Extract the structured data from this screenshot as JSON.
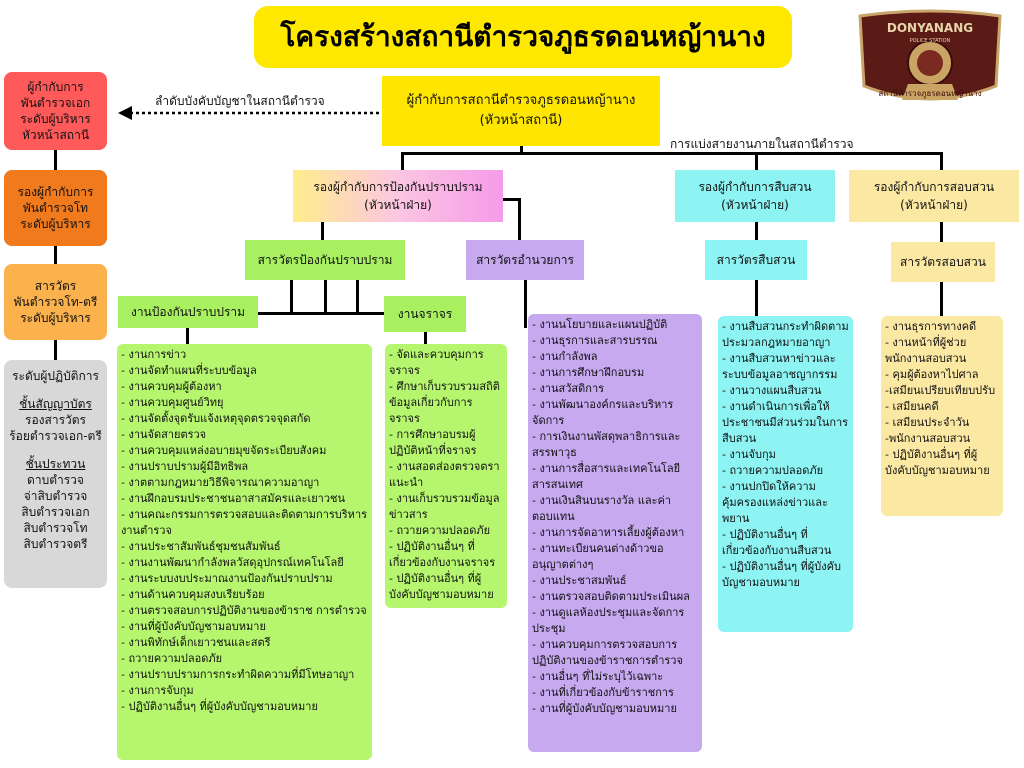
{
  "title": "โครงสร้างสถานีตำรวจภูธรดอนหญ้านาง",
  "logo": {
    "line1": "DONYANANG",
    "line2": "POLICE STATION",
    "ribbon": "สถานีตำรวจภูธรดอนหญ้านาง"
  },
  "command_label": "ลำดับบังคับบัญชาในสถานีตำรวจ",
  "division_label": "การแบ่งสายงานภายในสถานีตำรวจ",
  "head": {
    "line1": "ผู้กำกับการสถานีตำรวจภูธรดอนหญ้านาง",
    "line2": "(หัวหน้าสถานี)"
  },
  "legend": {
    "level1": "ผู้กำกับการ\nพันตำรวจเอก\nระดับผู้บริหาร\nหัวหน้าสถานี",
    "level2": "รองผู้กำกับการ\nพันตำรวจโท\nระดับผู้บริหาร",
    "level3": "สารวัตร\nพันตำรวจโท-ตรี\nระดับผู้บริหาร",
    "level4_head": "ระดับผู้ปฏิบัติการ",
    "level4_sub1": "ชั้นสัญญาบัตร",
    "level4_sub1_text": "รองสารวัตร\nร้อยตำรวจเอก-ตรี",
    "level4_sub2": "ชั้นประทวน",
    "level4_sub2_text": "ดาบตำรวจ\nจ่าสิบตำรวจ\nสิบตำรวจเอก\nสิบตำรวจโท\nสิบตำรวจตรี"
  },
  "deputies": {
    "prevention": {
      "line1": "รองผู้กำกับการป้องกันปราบปราม",
      "line2": "(หัวหน้าฝ่าย)"
    },
    "investigation": {
      "line1": "รองผู้กำกับการสืบสวน",
      "line2": "(หัวหน้าฝ่าย)"
    },
    "inquiry": {
      "line1": "รองผู้กำกับการสอบสวน",
      "line2": "(หัวหน้าฝ่าย)"
    }
  },
  "inspectors": {
    "prevention": "สารวัตรป้องกันปราบปราม",
    "admin": "สารวัตรอำนวยการ",
    "investigation": "สารวัตรสืบสวน",
    "inquiry": "สารวัตรสอบสวน"
  },
  "units": {
    "prevention": "งานป้องกันปราบปราม",
    "traffic": "งานจราจร"
  },
  "lists": {
    "prevention": "- งานการข่าว\n- งานจัดทำแผนที่ระบบข้อมูล\n- งานควบคุมผู้ต้องหา\n- งานควบคุมศูนย์วิทยุ\n- งานจัดตั้งจุดรับแจ้งเหตุจุดตรวจจุดสกัด\n- งานจัดสายตรวจ\n- งานควบคุมแหล่งอบายมุขจัดระเบียบสังคม\n- งานปราบปรามผู้มีอิทธิพล\n- งาตตามกฎหมายวิธีพิจารณาความอาญา\n- งานฝึกอบรมประชาชนอาสาสมัครและเยาวชน\n- งานคณะกรรมการตรวจสอบและติดตามการบริหารงานตำรวจ\n- งานประชาสัมพันธ์ชุมชนสัมพันธ์\n- งานงานพัฒนากำลังพลวัสดุอุปกรณ์เทคโนโลยี\n- งานระบบงบประมาณงานป้องกันปราบปราม\n- งานด้านควบคุมสงบเรียบร้อย\n- งานตรวจสอบการปฏิบัติงานของข้าราช การตำรวจ\n- งานที่ผู้บังคับบัญชามอบหมาย\n- งานพิทักษ์เด็กเยาวชนและสตรี\n- ถวายความปลอดภัย\n- งานปราบปรามการกระทำผิดความที่มีโทษอาญา\n- งานการจับกุม\n- ปฏิบัติงานอื่นๆ ที่ผู้บังคับบัญชามอบหมาย",
    "traffic": "- จัดและควบคุมการจราจร\n- ศึกษาเก็บรวบรวมสถิติข้อมูลเกี่ยวกับการจราจร\n- การศึกษาอบรมผู้ปฏิบัติหน้าที่จราจร\n- งานสอดส่องตรวจตรา แนะนำ\n- งานเก็บรวบรวมข้อมูลข่าวสาร\n- ถวายความปลอดภัย\n- ปฏิบัติงานอื่นๆ ที่เกี่ยวข้องกับงานจราจร\n- ปฏิบัติงานอื่นๆ ที่ผู้บังคับบัญชามอบหมาย",
    "admin": "- งานนโยบายและแผนปฏิบัติ\n- งานธุรการและสารบรรณ\n- งานกำลังพล\n- งานการศึกษาฝึกอบรม\n- งานสวัสดิการ\n- งานพัฒนาองค์กรและบริหารจัดการ\n- การเงินงานพัสดุพลาธิการและสรรพาวุธ\n- งานการสื่อสารและเทคโนโลยีสารสนเทศ\n- งานเงินสินบนรางวัล และค่าตอบแทน\n- งานการจัดอาหารเลี้ยงผู้ต้องหา\n- งานทะเบียนคนต่างด้าวขออนุญาตต่างๆ\n- งานประชาสมพันธ์\n- งานตรวจสอบติดตามประเมินผล\n- งานดูแลห้องประชุมและจัดการประชุม\n- งานควบคุมการตรวจสอบการปฏิบัติงานของข้าราชการตำรวจ\n- งานอื่นๆ ที่ไม่ระบุไว้เฉพาะ\n- งานที่เกี่ยวข้องกับข้าราชการ\n- งานที่ผู้บังคับบัญชามอบหมาย",
    "investigation": "- งานสืบสวนกระทำผิดตามประมวลกฎหมายอาญา\n- งานสืบสวนหาข่าวและระบบข้อมูลอาชญากรรม\n- งานวางแผนสืบสวน\n- งานดำเนินการเพื่อให้ประชาชนมีส่วนร่วมในการสืบสวน\n- งานจับกุม\n- ถวายความปลอดภัย\n- งานปกปิดให้ความคุ้มครองแหล่งข่าวและพยาน\n- ปฏิบัติงานอื่นๆ ที่เกี่ยวข้องกับงานสืบสวน\n- ปฏิบัติงานอื่นๆ ที่ผู้บังคับบัญชามอบหมาย",
    "inquiry": "- งานธุรการทางคดี\n- งานหน้าที่ผู้ช่วยพนักงานสอบสวน\n- คุมผู้ต้องหาไปศาล\n-เสมียนเปรียบเทียบปรับ\n- เสมียนคดี\n- เสมียนประจำวัน\n-พนักงานสอบสวน\n- ปฏิบัติงานอื่นๆ ที่ผู้บังคับบัญชามอบหมาย"
  },
  "colors": {
    "title_bg": "#ffe800",
    "head_bg": "#ffe600",
    "legend1": "#ff5a5a",
    "legend2": "#f07a1c",
    "legend3": "#fbb24c",
    "legend4": "#d8d8d8",
    "green": "#a8f060",
    "green_list": "#b6f56e",
    "purple": "#c7a9f0",
    "cyan": "#8df3f3",
    "yellow_light": "#fbe9a3"
  }
}
